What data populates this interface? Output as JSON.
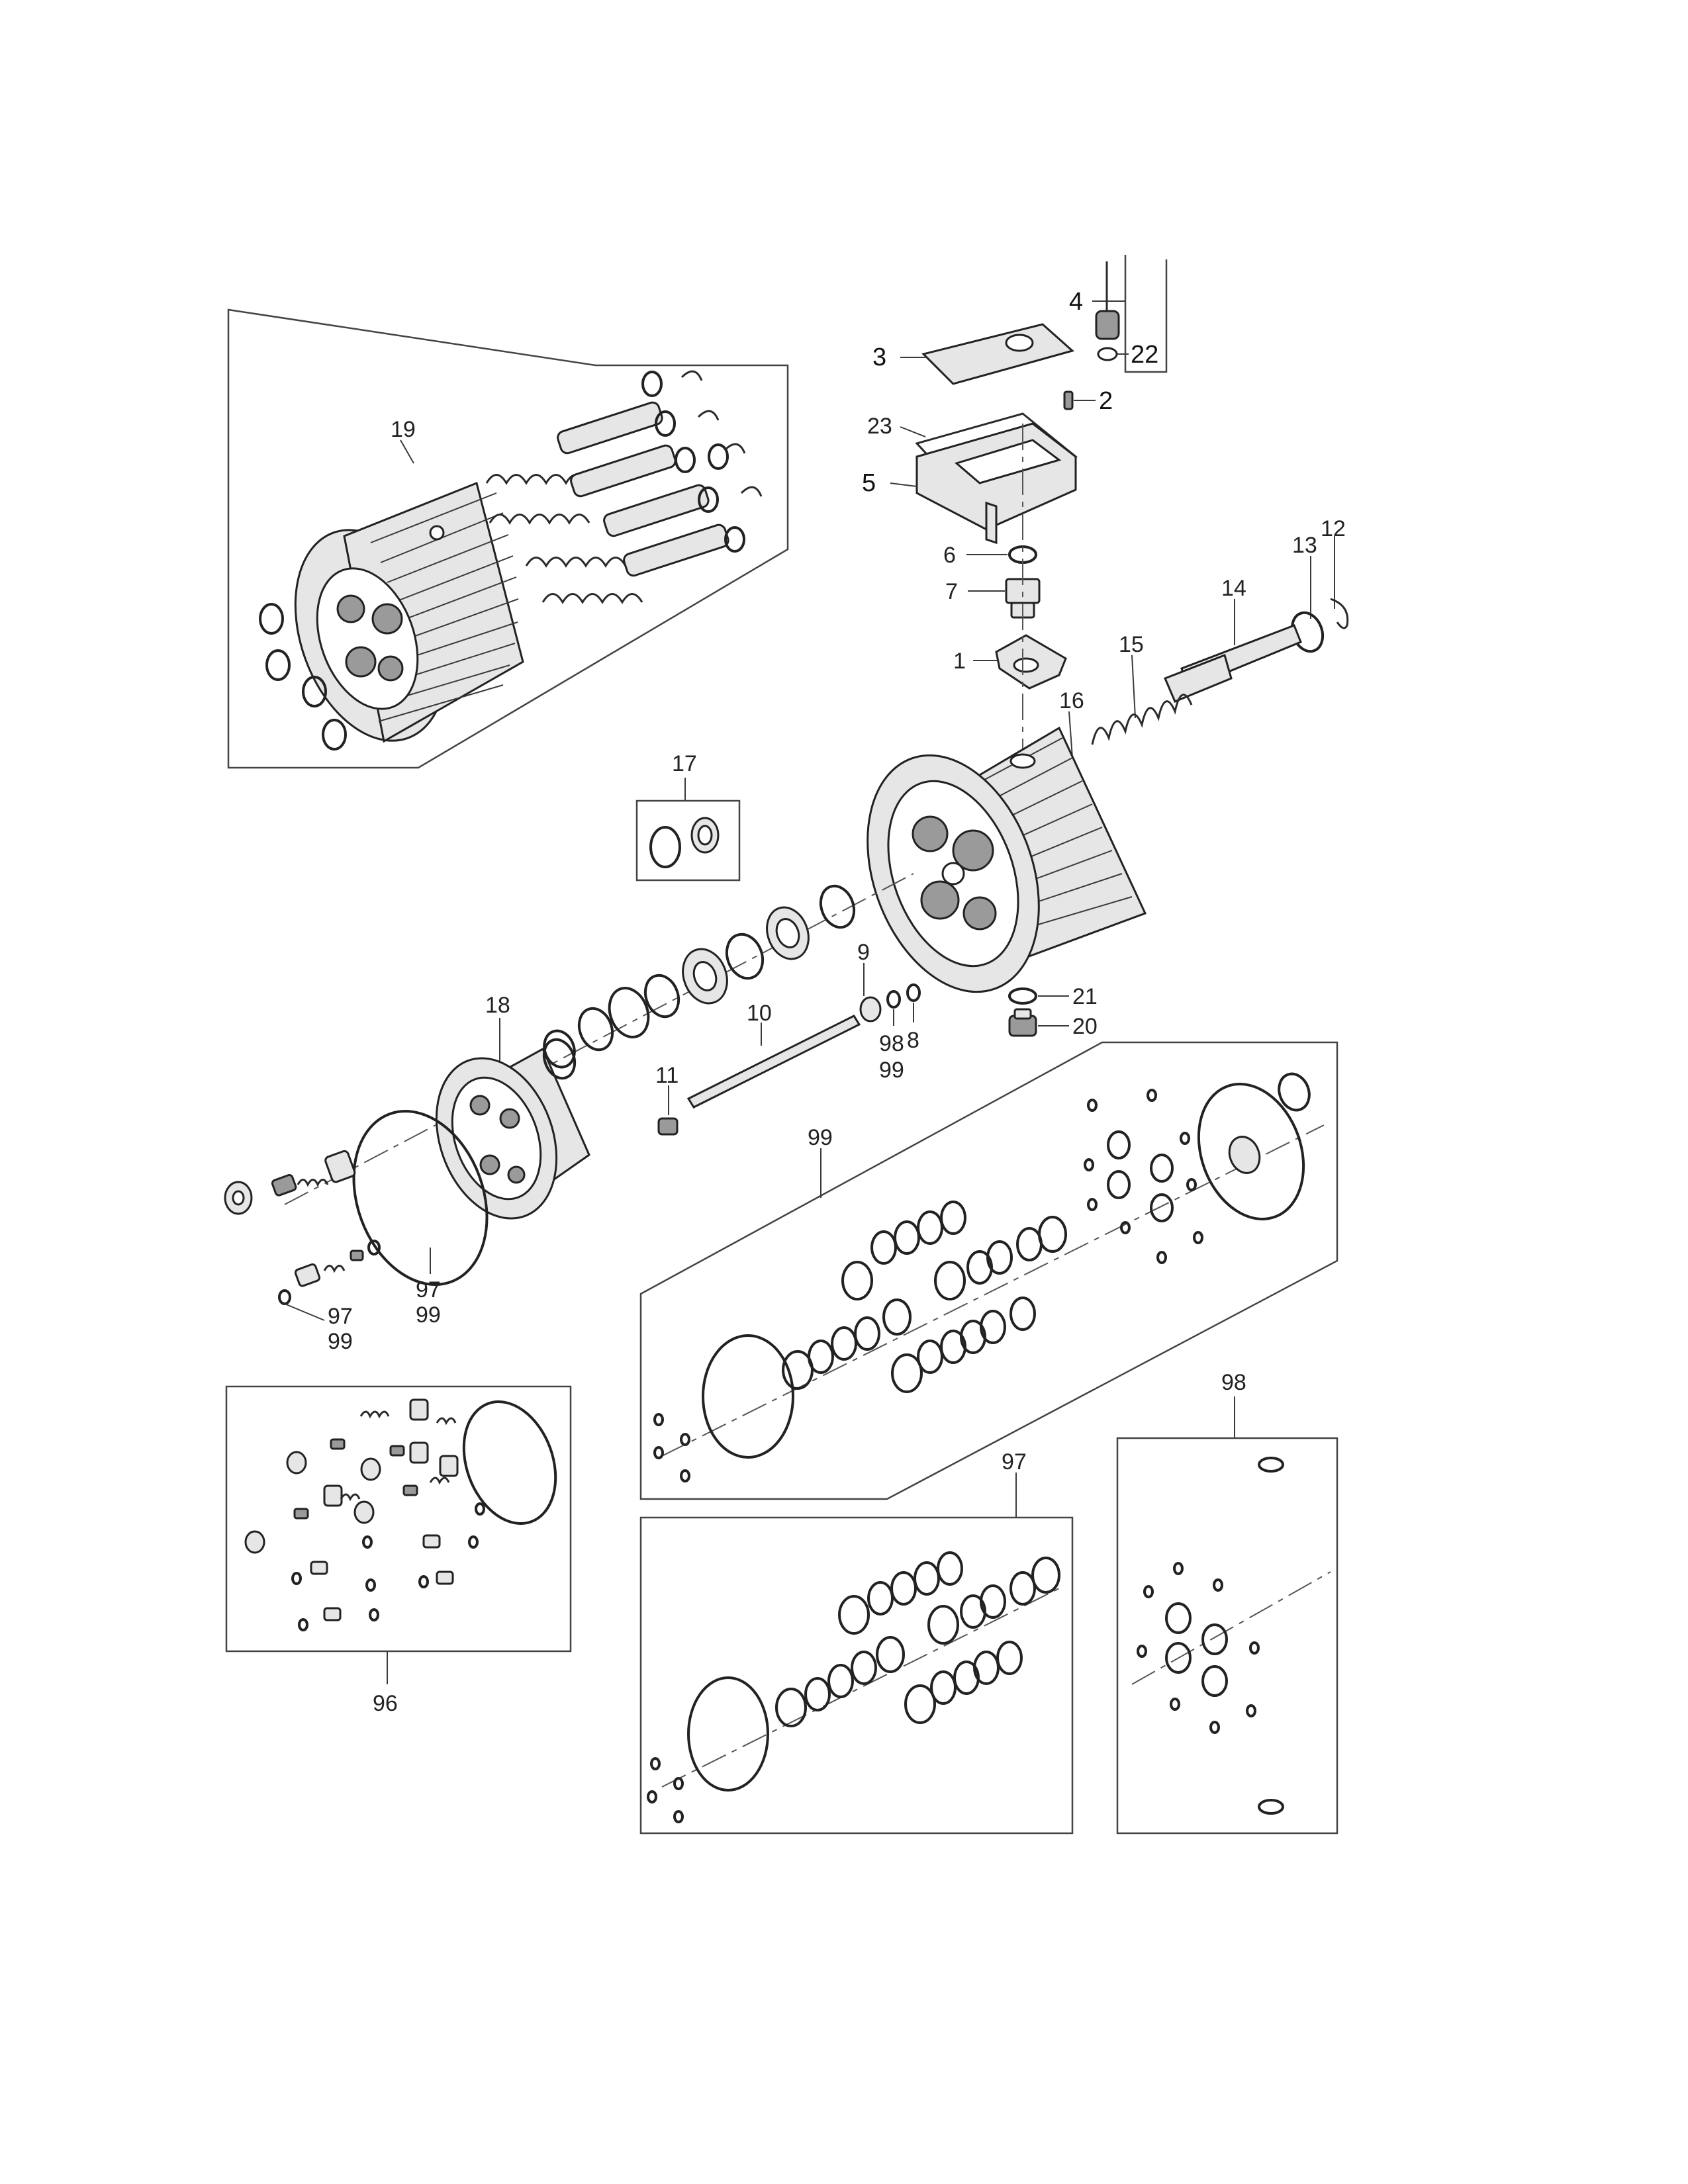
{
  "callouts": {
    "c1": "1",
    "c2": "2",
    "c3": "3",
    "c4": "4",
    "c5": "5",
    "c6": "6",
    "c7": "7",
    "c8": "8",
    "c9": "9",
    "c10": "10",
    "c11": "11",
    "c12": "12",
    "c13": "13",
    "c14": "14",
    "c15": "15",
    "c16": "16",
    "c17": "17",
    "c18": "18",
    "c19": "19",
    "c20": "20",
    "c21": "21",
    "c22": "22",
    "c23": "23",
    "c96": "96",
    "c97": "97",
    "c98": "98",
    "c99": "99",
    "c98b": "98",
    "c99b": "99",
    "c97c": "97",
    "c99c": "99",
    "c97d": "97",
    "c99d": "99"
  }
}
